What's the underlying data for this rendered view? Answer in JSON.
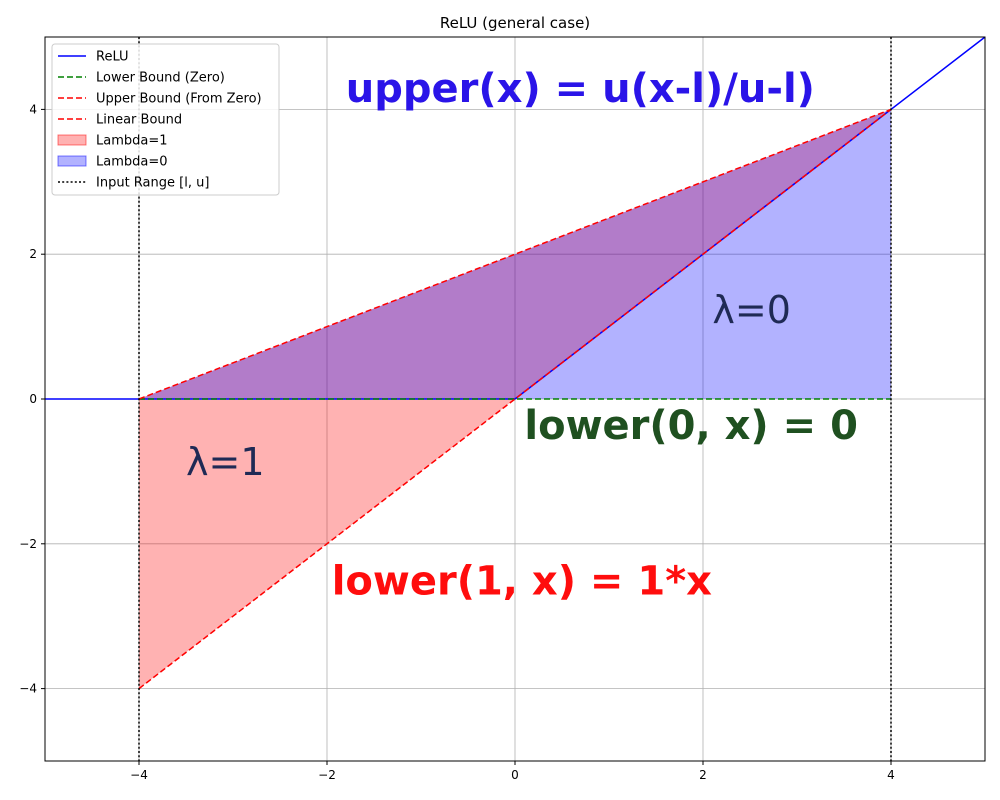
{
  "chart_data": {
    "type": "line",
    "title": "ReLU (general case)",
    "xlabel": "",
    "ylabel": "",
    "xlim": [
      -5,
      5
    ],
    "ylim": [
      -5,
      5
    ],
    "grid": true,
    "legend_position": "top-left",
    "input_range": {
      "l": -4,
      "u": 4
    },
    "xticks": [
      -4,
      -2,
      0,
      2,
      4
    ],
    "yticks": [
      -4,
      -2,
      0,
      2,
      4
    ],
    "tick_labels": {
      "x": [
        "−4",
        "−2",
        "0",
        "2",
        "4"
      ],
      "y": [
        "−4",
        "−2",
        "0",
        "2",
        "4"
      ]
    },
    "series": [
      {
        "name": "ReLU",
        "style": "solid",
        "color": "#0000ff",
        "x": [
          -5,
          0,
          5
        ],
        "y": [
          0,
          0,
          5
        ]
      },
      {
        "name": "Lower Bound (Zero)",
        "style": "dashed",
        "color": "#008000",
        "x": [
          -4,
          4
        ],
        "y": [
          0,
          0
        ]
      },
      {
        "name": "Upper Bound (From Zero)",
        "style": "dashed",
        "color": "#ff0000",
        "x": [
          -4,
          4
        ],
        "y": [
          0,
          4
        ]
      },
      {
        "name": "Linear Bound",
        "style": "dashed",
        "color": "#ff0000",
        "x": [
          -4,
          4
        ],
        "y": [
          -4,
          4
        ]
      }
    ],
    "fills": [
      {
        "name": "Lambda=1",
        "color": "#ff0000",
        "opacity": 0.3,
        "x": [
          -4,
          4
        ],
        "lower": [
          -4,
          4
        ],
        "upper": [
          0,
          4
        ]
      },
      {
        "name": "Lambda=0",
        "color": "#0000ff",
        "opacity": 0.3,
        "x": [
          -4,
          4
        ],
        "lower": [
          0,
          0
        ],
        "upper": [
          0,
          4
        ]
      }
    ],
    "vlines": [
      {
        "name": "Input Range [l, u]",
        "style": "dotted",
        "color": "#000000",
        "x": [
          -4,
          4
        ]
      }
    ],
    "legend_order": [
      "ReLU",
      "Lower Bound (Zero)",
      "Upper Bound (From Zero)",
      "Linear Bound",
      "Lambda=1",
      "Lambda=0",
      "Input Range [l, u]"
    ],
    "annotations": [
      {
        "text": "upper(x) = u(x-l)/u-l)",
        "x": -1.8,
        "y": 4.1,
        "color": "#2a14e8",
        "style": "bold"
      },
      {
        "text": "λ=0",
        "x": 2.1,
        "y": 1.05,
        "color": "#1f2a55",
        "style": "lambda"
      },
      {
        "text": "lower(0, x) = 0",
        "x": 0.1,
        "y": -0.55,
        "color": "#1f5020",
        "style": "bold"
      },
      {
        "text": "λ=1",
        "x": -3.5,
        "y": -1.05,
        "color": "#1f2a55",
        "style": "lambda"
      },
      {
        "text": "lower(1, x) = 1*x",
        "x": -1.95,
        "y": -2.7,
        "color": "#ff0d0d",
        "style": "bold"
      }
    ]
  }
}
